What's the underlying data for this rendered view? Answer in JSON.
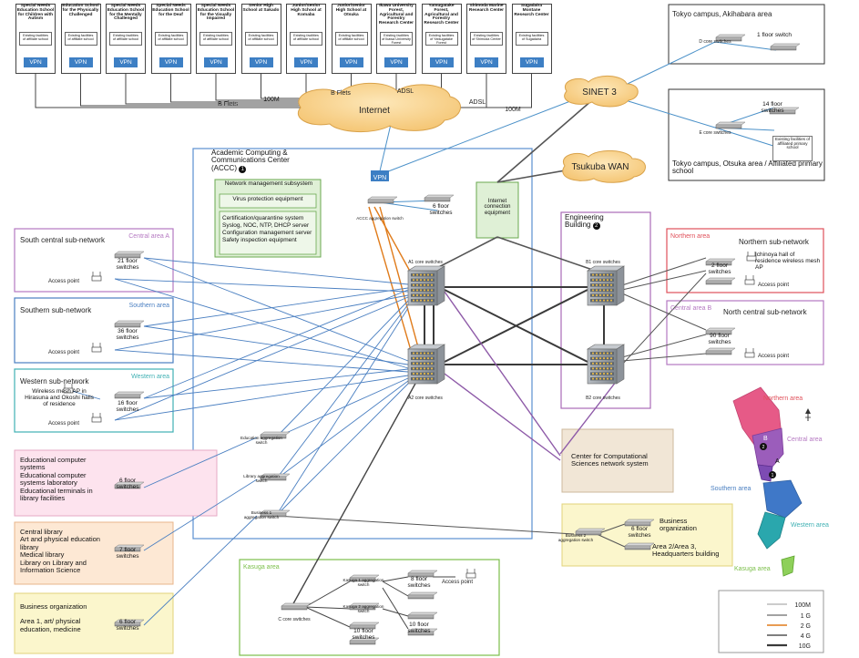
{
  "top_sites": [
    {
      "name": "Special Needs Education School for Children with Autism",
      "note": "Existing facilities of affiliate school",
      "vpn": "VPN"
    },
    {
      "name": "Education School for the Physically Challenged",
      "note": "Existing facilities of affiliate school",
      "vpn": "VPN"
    },
    {
      "name": "Special Needs Education School for the Mentally Challenged",
      "note": "Existing facilities of affiliate school",
      "vpn": "VPN"
    },
    {
      "name": "Special Needs Education School for the Deaf",
      "note": "Existing facilities of affiliate school",
      "vpn": "VPN"
    },
    {
      "name": "Special Needs Education School for the Visually Impaired",
      "note": "Existing facilities of affiliate school",
      "vpn": "VPN"
    },
    {
      "name": "Senior High School at Sakado",
      "note": "Existing facilities of affiliate school",
      "vpn": "VPN"
    },
    {
      "name": "Junior/Senior High School at Komaba",
      "note": "Existing facilities of affiliate school",
      "vpn": "VPN"
    },
    {
      "name": "Junior/Senior High School at Otsuka",
      "note": "Existing facilities of affiliate school",
      "vpn": "VPN"
    },
    {
      "name": "Ikawa University Forest, Agricultural and Forestry Research Center",
      "note": "Existing facilities of Ikawa University Forest",
      "vpn": "VPN"
    },
    {
      "name": "Yatsugatake Forest, Agricultural and Forestry Research Center",
      "note": "Existing facilities of Yatsugatake Forest",
      "vpn": "VPN"
    },
    {
      "name": "Shimoda Marine Research Center",
      "note": "Existing facilities of Shimoda Center",
      "vpn": "VPN"
    },
    {
      "name": "Sugadaira Montane Research Center",
      "note": "Existing facilities of Sugadaira",
      "vpn": "VPN"
    }
  ],
  "links": {
    "bflets1": "B Flets",
    "m100a": "100M",
    "bflets2": "B Flets",
    "adsl1": "ADSL",
    "adsl2": "ADSL",
    "m100b": "100M"
  },
  "internet": "Internet",
  "sinet": "SINET 3",
  "tsukuba_wan": "Tsukuba WAN",
  "tokyo_akihabara": {
    "title": "Tokyo campus, Akihabara area",
    "core": "D core switches",
    "floor": "1 floor switch"
  },
  "tokyo_otsuka": {
    "title": "Tokyo campus, Otsuka area / Affiliated primary school",
    "core": "E core switches",
    "floor": "14 floor switches",
    "existing": "Existing facilities of affiliated primary school"
  },
  "accc": {
    "title": "Academic Computing & Communications Center (ACCC)",
    "num": "1",
    "vpn": "VPN",
    "agg": "ACCC aggregation switch",
    "floor": "6 floor switches",
    "nms_title": "Network management subsystem",
    "virus": "Virus protection equipment",
    "cert": [
      "Certification/quarantine system",
      "Syslog, NOC, NTP, DHCP server",
      "Configuration management server",
      "Safety inspection equipment"
    ],
    "internet_equip": "Internet connection equipment",
    "a1": "A1 core switches",
    "a2": "A2 core switches",
    "edu_agg": "Education aggregation switch",
    "lib_agg": "Library aggregation switch",
    "bus1_agg": "Business 1 aggregation switch"
  },
  "engineering": {
    "title": "Engineering Building",
    "num": "2",
    "b1": "B1 core switches",
    "b2": "B2 core switches"
  },
  "left_areas": [
    {
      "title": "South central sub-network",
      "tag": "Central area A",
      "floor": "21 floor switches",
      "ap": "Access point"
    },
    {
      "title": "Southern sub-network",
      "tag": "Southern area",
      "floor": "36 floor switches",
      "ap": "Access point"
    },
    {
      "title": "Western sub-network",
      "tag": "Western area",
      "floor": "16 floor switches",
      "ap": "Access point",
      "wireless": "Wireless mesh AP in Hirasuna and Okoshi halls of residence"
    }
  ],
  "edu_box": {
    "lines": [
      "Educational computer systems",
      "Educational computer systems laboratory",
      "Educational terminals in library facilities"
    ],
    "floor": "6 floor switches"
  },
  "lib_box": {
    "lines": [
      "Central library",
      "Art and physical education library",
      "Medical library",
      "Library on Library and Information Science"
    ],
    "floor": "7 floor switches"
  },
  "biz_box": {
    "lines": [
      "Business organization",
      "",
      "Area 1, art/ physical education, medicine"
    ],
    "floor": "6 floor switches"
  },
  "northern": {
    "tag": "Northern area",
    "title": "Northern sub-network",
    "floor": "2 floor switches",
    "hall": "Ichinoya hall of residence wireless mesh AP",
    "ap": "Access point"
  },
  "north_central": {
    "tag": "Central area B",
    "title": "North central sub-network",
    "floor": "90 floor switches",
    "ap": "Access point"
  },
  "ccs": "Center for Computational Sciences network system",
  "business2": {
    "agg": "Business 2 aggregation switch",
    "floor": "6 floor switches",
    "title": "Business organization",
    "area": "Area 2/Area 3, Headquarters building"
  },
  "kasuga": {
    "tag": "Kasuga area",
    "core": "C core switches",
    "k1": "Kasuga 1 aggregation switch",
    "k2": "Kasuga 2 aggregation switch",
    "f8": "8 floor switches",
    "f10a": "10 floor switches",
    "f10b": "10 floor switches",
    "ap": "Access point"
  },
  "map": {
    "north": "Northern area",
    "central": "Central area",
    "southern": "Southern area",
    "western": "Western area",
    "kasuga": "Kasuga area",
    "b": "B",
    "a": "A",
    "n1": "1",
    "n2": "2"
  },
  "legend": [
    {
      "label": "100M",
      "color": "#9a9a9a"
    },
    {
      "label": "1 G",
      "color": "#6b6b6b"
    },
    {
      "label": "2 G",
      "color": "#e07b1a"
    },
    {
      "label": "4 G",
      "color": "#555555"
    },
    {
      "label": "10G",
      "color": "#3a3a3a"
    }
  ],
  "colors": {
    "central_a": "#b579c2",
    "southern": "#4a7fc1",
    "western": "#3fb0b3",
    "northern": "#e0505a",
    "central_b": "#b579c2",
    "kasuga": "#7bbf4a",
    "accc_border": "#5b8fd0",
    "engineering": "#a96ab7",
    "sinet_line": "#4a90c8",
    "purple_line": "#8e5aa8",
    "green_fill": "#dff0d6"
  }
}
